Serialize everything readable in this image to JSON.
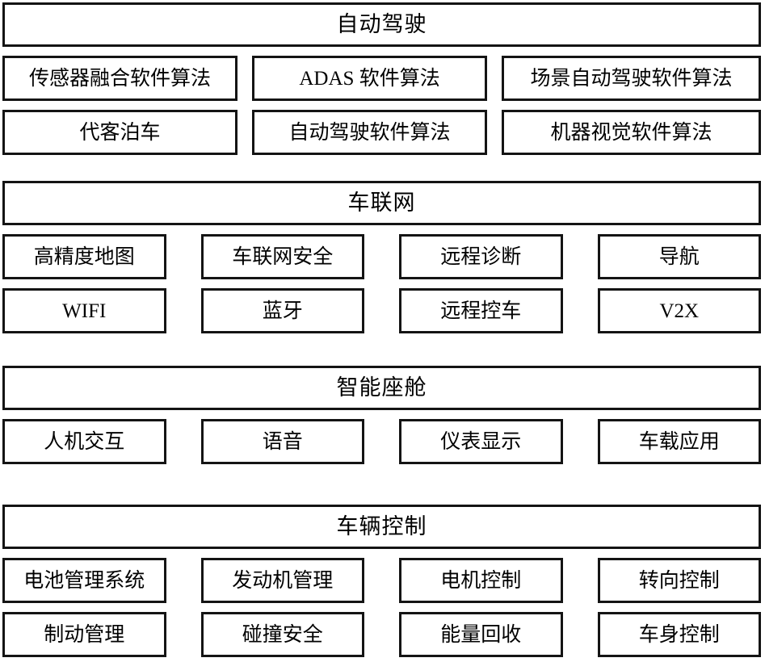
{
  "diagram": {
    "type": "layered-capability-map",
    "border_color": "#141414",
    "background_color": "#ffffff",
    "sections": [
      {
        "id": "autonomous-driving",
        "title": "自动驾驶",
        "columns": 3,
        "rows": [
          [
            "传感器融合软件算法",
            "ADAS 软件算法",
            "场景自动驾驶软件算法"
          ],
          [
            "代客泊车",
            "自动驾驶软件算法",
            "机器视觉软件算法"
          ]
        ]
      },
      {
        "id": "connected-vehicle",
        "title": "车联网",
        "columns": 4,
        "rows": [
          [
            "高精度地图",
            "车联网安全",
            "远程诊断",
            "导航"
          ],
          [
            "WIFI",
            "蓝牙",
            "远程控车",
            "V2X"
          ]
        ]
      },
      {
        "id": "smart-cockpit",
        "title": "智能座舱",
        "columns": 4,
        "rows": [
          [
            "人机交互",
            "语音",
            "仪表显示",
            "车载应用"
          ]
        ]
      },
      {
        "id": "vehicle-control",
        "title": "车辆控制",
        "columns": 4,
        "rows": [
          [
            "电池管理系统",
            "发动机管理",
            "电机控制",
            "转向控制"
          ],
          [
            "制动管理",
            "碰撞安全",
            "能量回收",
            "车身控制"
          ]
        ]
      }
    ]
  }
}
